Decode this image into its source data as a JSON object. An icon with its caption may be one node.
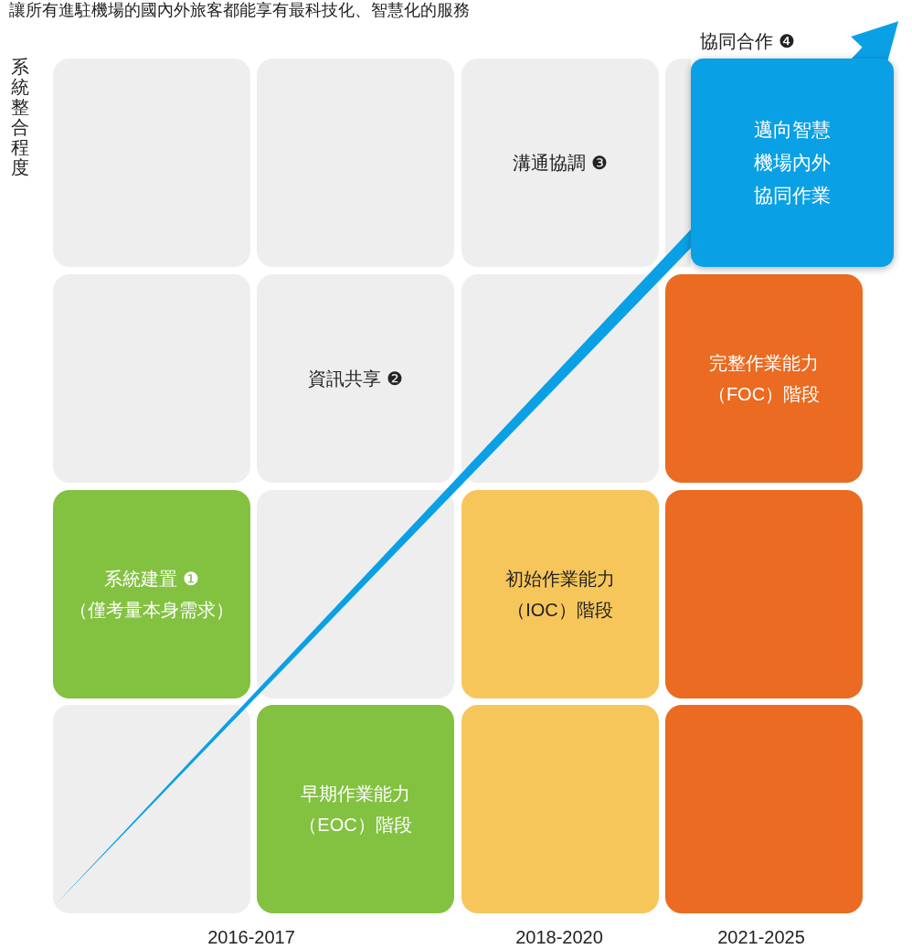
{
  "diagram": {
    "title": "讓所有進駐機場的國內外旅客都能享有最科技化、智慧化的服務",
    "nodes": [
      {
        "text": [],
        "shape": "box"
      },
      {
        "text": [],
        "shape": "box"
      },
      {
        "text": [
          "溝通協調 ❸"
        ]
      },
      {
        "text": [],
        "shape": "box"
      },
      {
        "text": [],
        "shape": "box"
      },
      {
        "text": [
          "資訊共享 ❷"
        ]
      },
      {
        "text": [],
        "shape": "box"
      },
      {
        "text": [
          "完整作業能力",
          "（FOC）階段"
        ]
      },
      {
        "text": [
          "系統建置 ❶",
          "（僅考量本身需求）"
        ]
      },
      {
        "text": [],
        "shape": "box"
      },
      {
        "text": [
          "初始作業能力",
          "（IOC）階段"
        ]
      },
      {
        "text": [],
        "shape": "box"
      },
      {
        "text": [],
        "shape": "box"
      },
      {
        "text": [
          "早期作業能力",
          "（EOC）階段"
        ]
      },
      {
        "text": [],
        "shape": "box"
      },
      {
        "text": [],
        "shape": "box"
      },
      {
        "text": [
          "邁向智慧機場內外協同作業"
        ]
      }
    ],
    "labels": [
      "協同合作 ❹",
      "系統整合程度",
      "2016-2017",
      "2018-2020",
      "2021-2025"
    ]
  }
}
